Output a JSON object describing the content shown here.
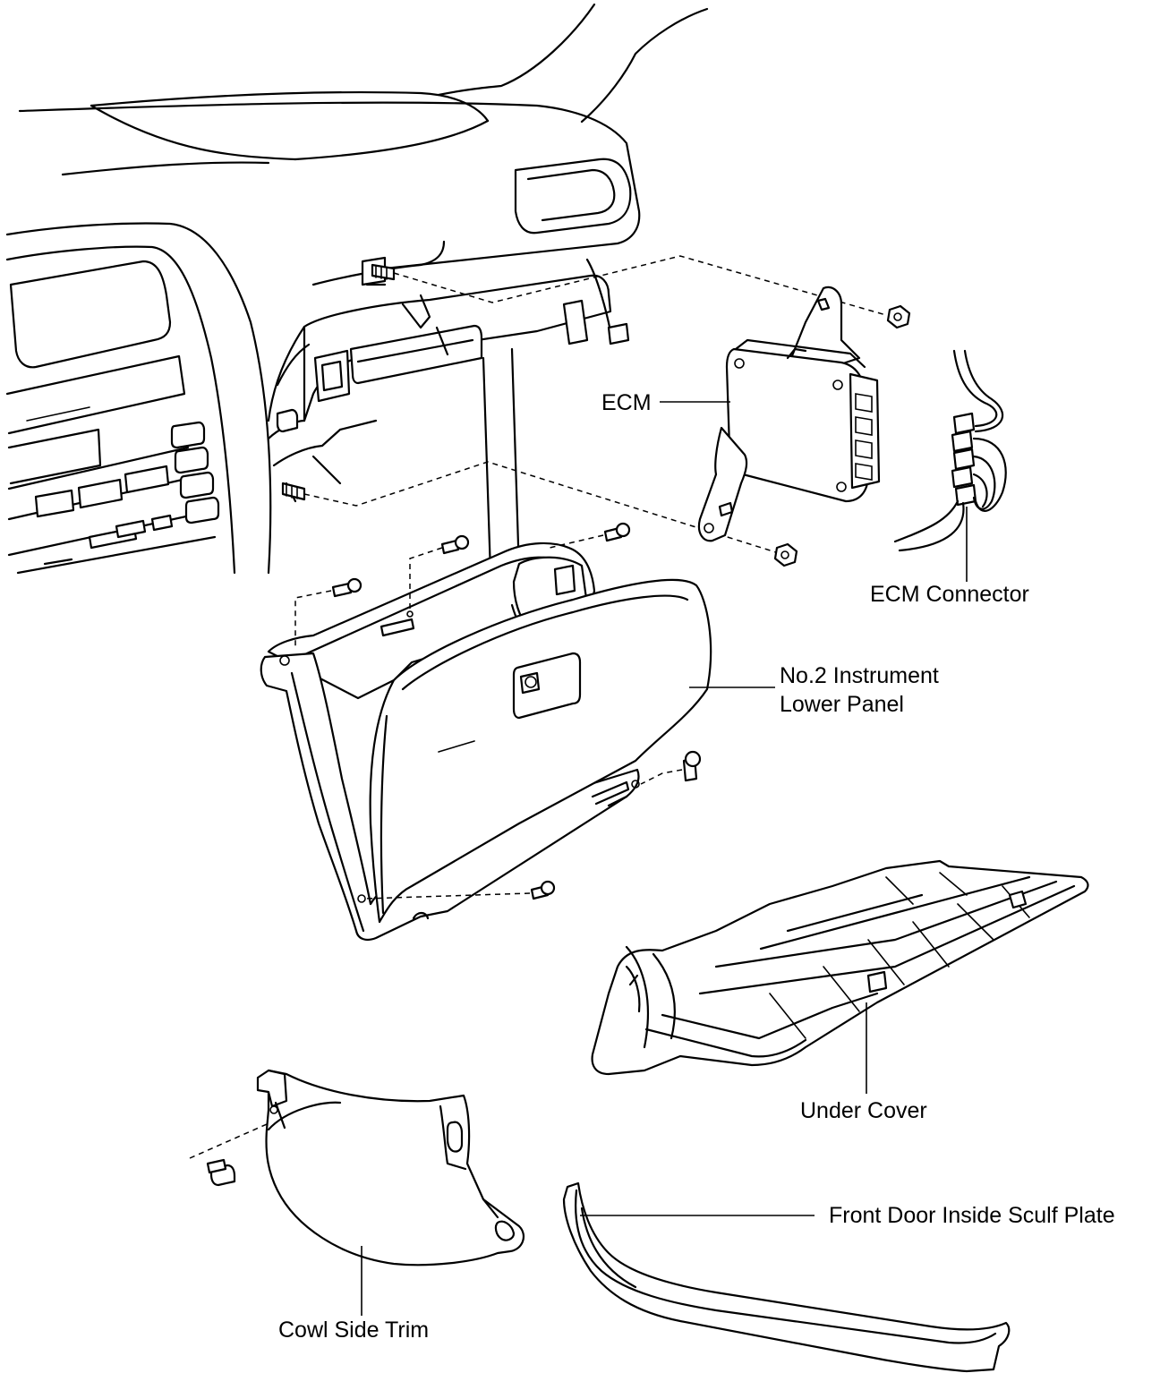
{
  "diagram": {
    "labels": {
      "ecm": "ECM",
      "ecm_connector": "ECM Connector",
      "panel_line1": "No.2 Instrument",
      "panel_line2": "Lower Panel",
      "under_cover": "Under Cover",
      "scuff_plate": "Front Door Inside Sculf Plate",
      "cowl_trim": "Cowl Side Trim"
    },
    "colors": {
      "ink": "#000000",
      "paper": "#ffffff"
    }
  }
}
